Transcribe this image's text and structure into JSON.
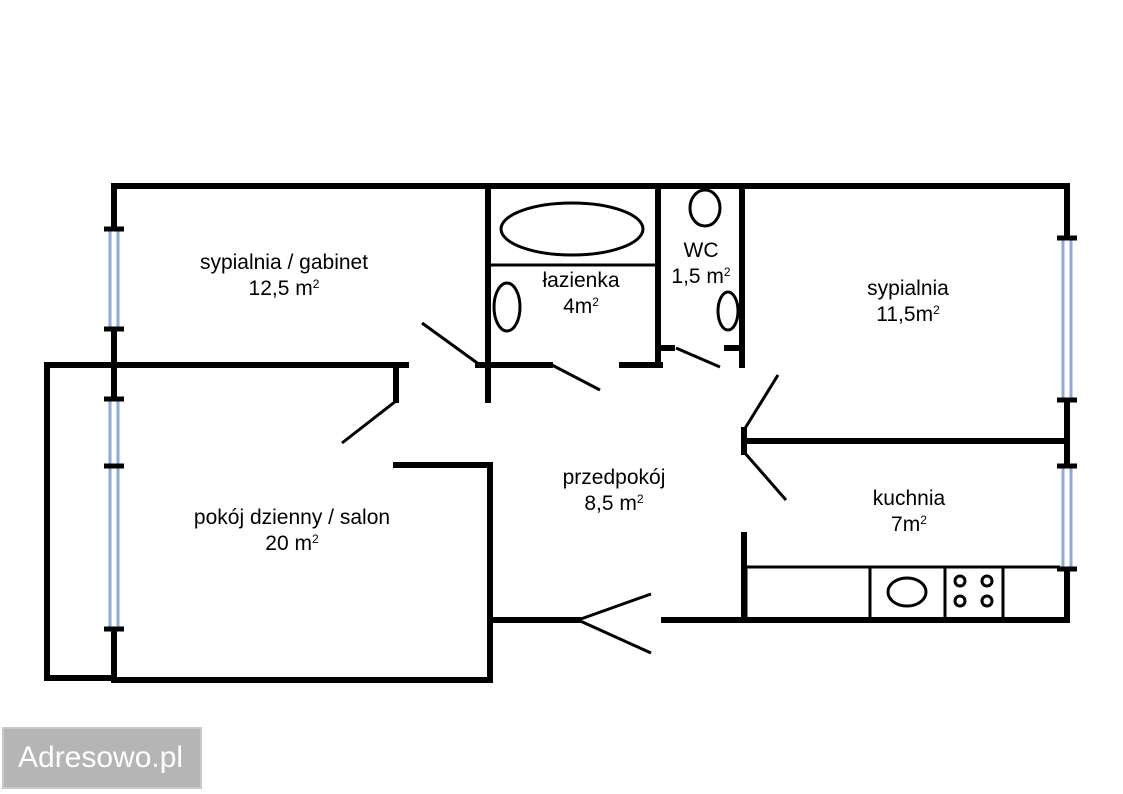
{
  "floor_plan": {
    "wall_color": "#000000",
    "window_color": "#8eaad8",
    "rooms": [
      {
        "id": "sypialnia-gabinet",
        "name": "sypialnia / gabinet",
        "area": "12,5 m",
        "unit_sup": "2"
      },
      {
        "id": "lazienka",
        "name": "łazienka",
        "area": "4m",
        "unit_sup": "2"
      },
      {
        "id": "wc",
        "name": "WC",
        "area": "1,5 m",
        "unit_sup": "2"
      },
      {
        "id": "sypialnia",
        "name": "sypialnia",
        "area": "11,5m",
        "unit_sup": "2"
      },
      {
        "id": "pokoj-dzienny",
        "name": "pokój dzienny / salon",
        "area": "20 m",
        "unit_sup": "2"
      },
      {
        "id": "przedpokoj",
        "name": "przedpokój",
        "area": "8,5 m",
        "unit_sup": "2"
      },
      {
        "id": "kuchnia",
        "name": "kuchnia",
        "area": "7m",
        "unit_sup": "2"
      }
    ]
  },
  "watermark": {
    "text": "Adresowo.pl"
  }
}
